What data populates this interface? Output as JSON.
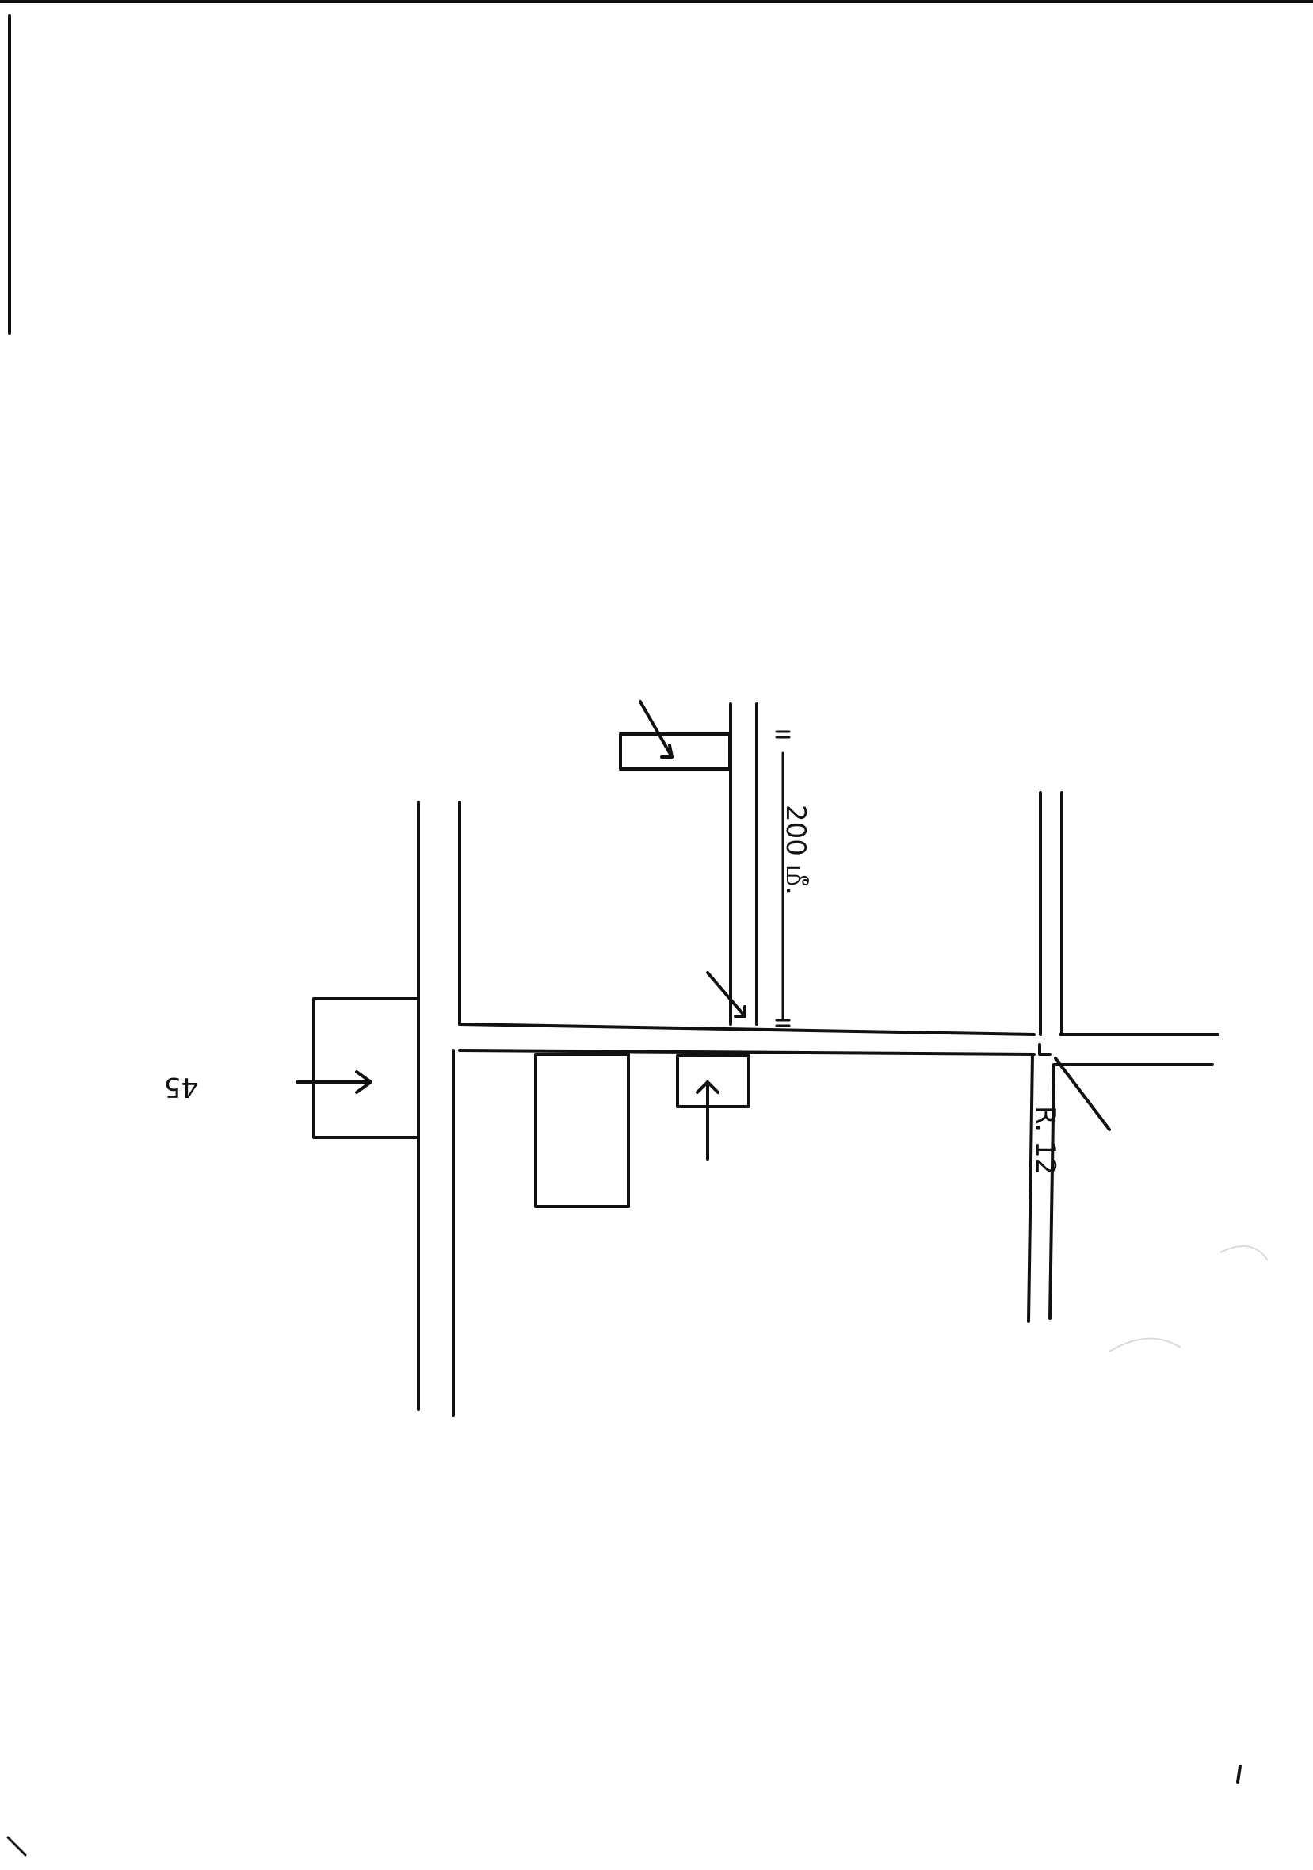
{
  "header": {
    "title": ""
  },
  "places": {
    "top_label_line1": "",
    "top_label_line2": "",
    "top_label_line3": "",
    "top_label_line4": "",
    "distance_label": "200 மீ.",
    "building_label": "",
    "road_label_center": "",
    "left_building_label": "",
    "left_building_number": "45",
    "left_road_label": "",
    "right_road_label": "R. 12",
    "right_junction_label": "",
    "lower_building_left": "",
    "lower_building_right": ""
  },
  "footer": {
    "signature": ""
  }
}
